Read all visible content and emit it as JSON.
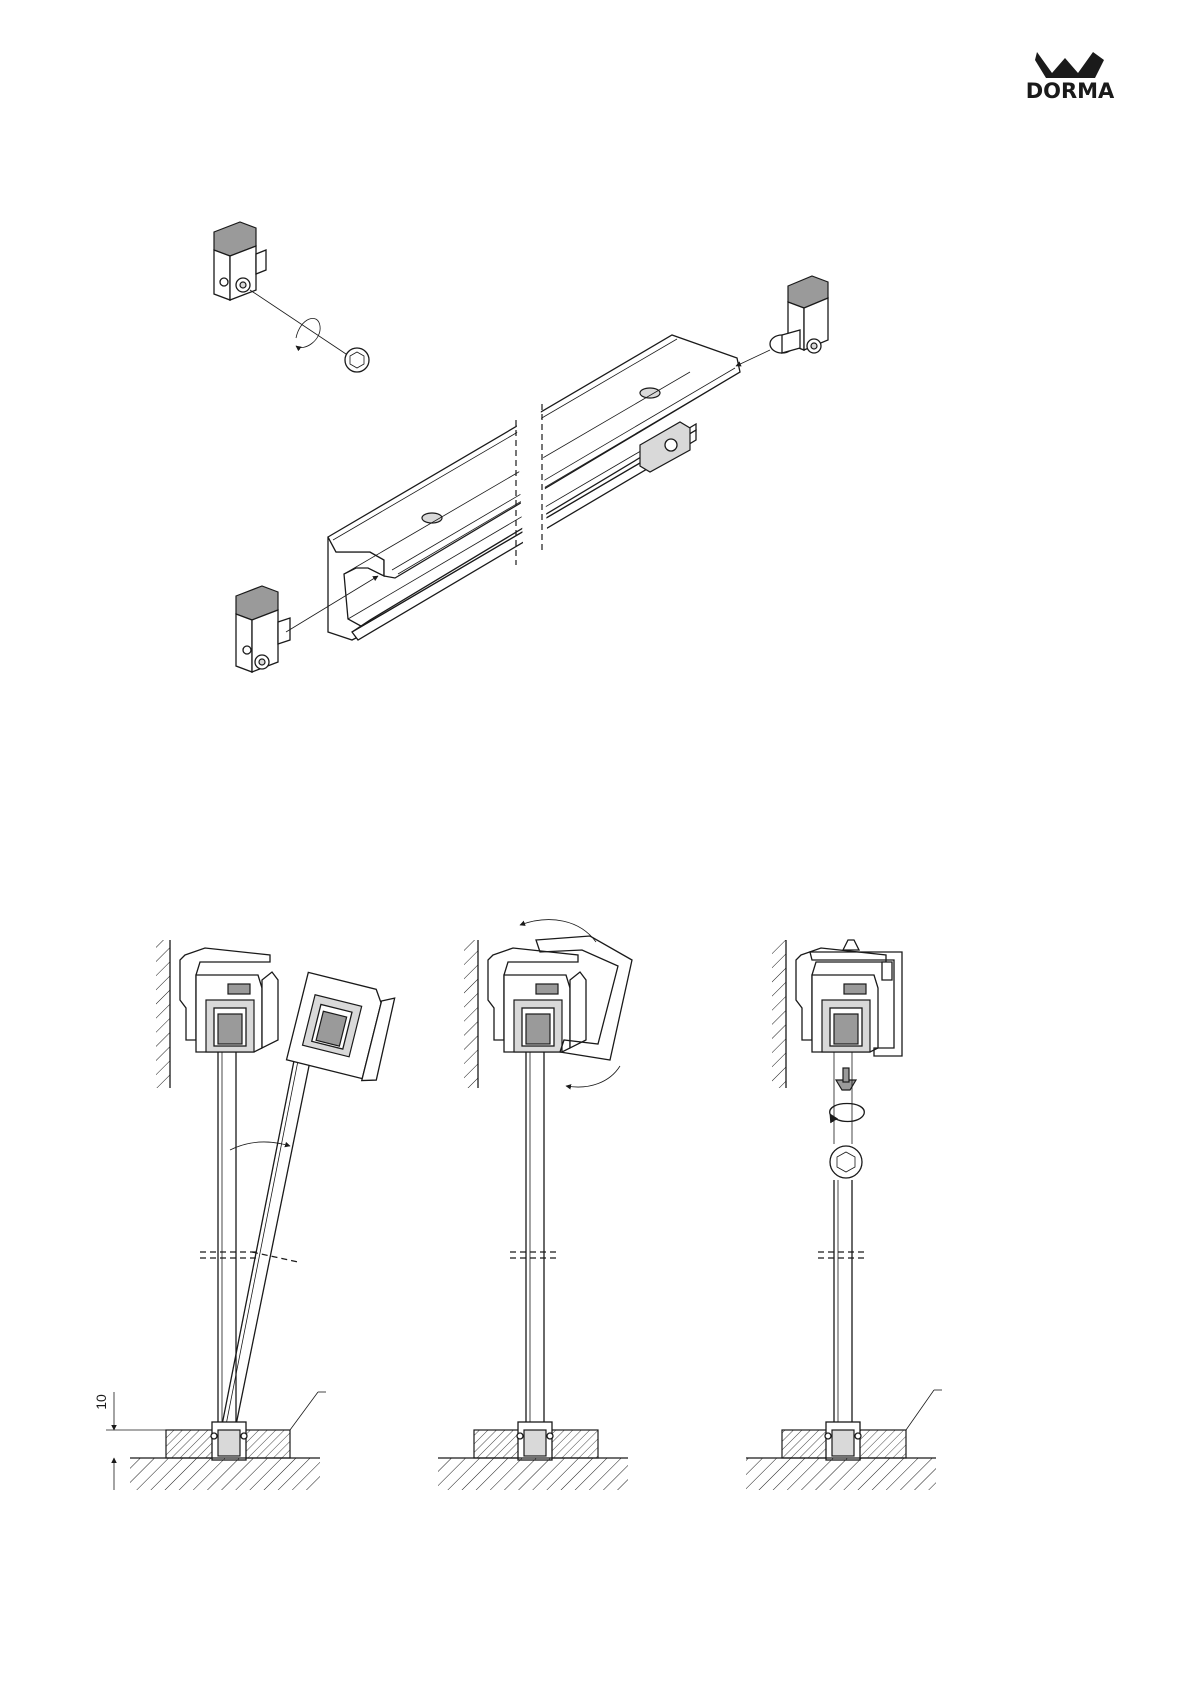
{
  "logo": {
    "text": "DORMA"
  },
  "dimension": {
    "value": "10"
  },
  "colors": {
    "line": "#1a1a1a",
    "fill_light": "#d9d9d9",
    "fill_dark": "#9a9a9a"
  },
  "figures": [
    {
      "id": "exploded-view",
      "parts": [
        "rail-profile",
        "end-clamp-top-left",
        "end-clamp-top-right",
        "end-clamp-bottom-left",
        "hex-key-icon"
      ]
    },
    {
      "id": "step-1",
      "parts": [
        "wall",
        "rail",
        "glass-panel",
        "glass-panel-tilted",
        "floor-guide",
        "dimension-10"
      ]
    },
    {
      "id": "step-2",
      "parts": [
        "wall",
        "rail",
        "cover-cap-rotating",
        "glass-panel",
        "floor-guide"
      ]
    },
    {
      "id": "step-3",
      "parts": [
        "wall",
        "rail",
        "cover-cap",
        "screw",
        "hex-key-icon",
        "glass-panel",
        "floor-guide"
      ]
    }
  ]
}
